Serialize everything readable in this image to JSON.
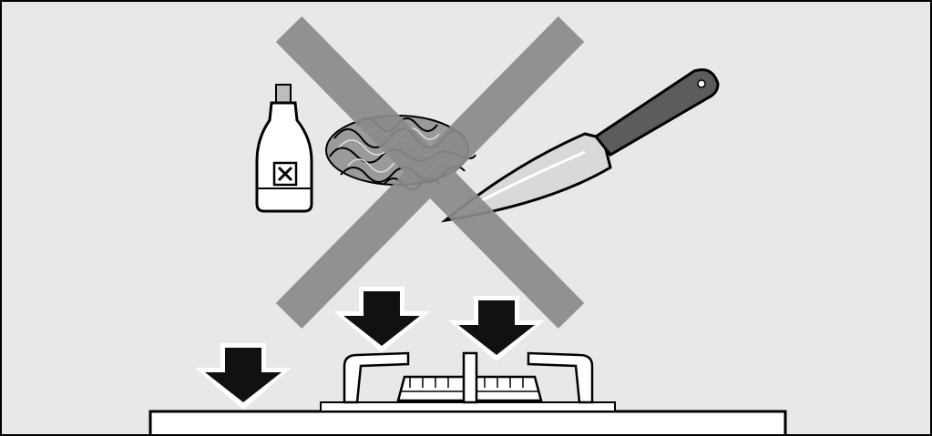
{
  "colors": {
    "background": "#e8e8e8",
    "outline": "#000000",
    "cross": "#8a8a8a",
    "arrow": "#111111",
    "white": "#ffffff",
    "blade": "#d9d9d9",
    "handle": "#5c5c5c",
    "sponge_dark": "#4a4a4a",
    "sponge_light": "#bdbdbd"
  },
  "items": [
    {
      "name": "chemical-cleaner-bottle",
      "icon": "bottle-icon",
      "warning_symbol": "hazard-x-icon"
    },
    {
      "name": "steel-wool-scourer",
      "icon": "steel-wool-icon"
    },
    {
      "name": "kitchen-knife",
      "icon": "knife-icon"
    }
  ],
  "prohibition": {
    "icon": "prohibition-cross-icon"
  },
  "arrows": [
    {
      "name": "arrow-worktop",
      "icon": "arrow-down-icon"
    },
    {
      "name": "arrow-pan-support",
      "icon": "arrow-down-icon"
    },
    {
      "name": "arrow-burner",
      "icon": "arrow-down-icon"
    }
  ]
}
